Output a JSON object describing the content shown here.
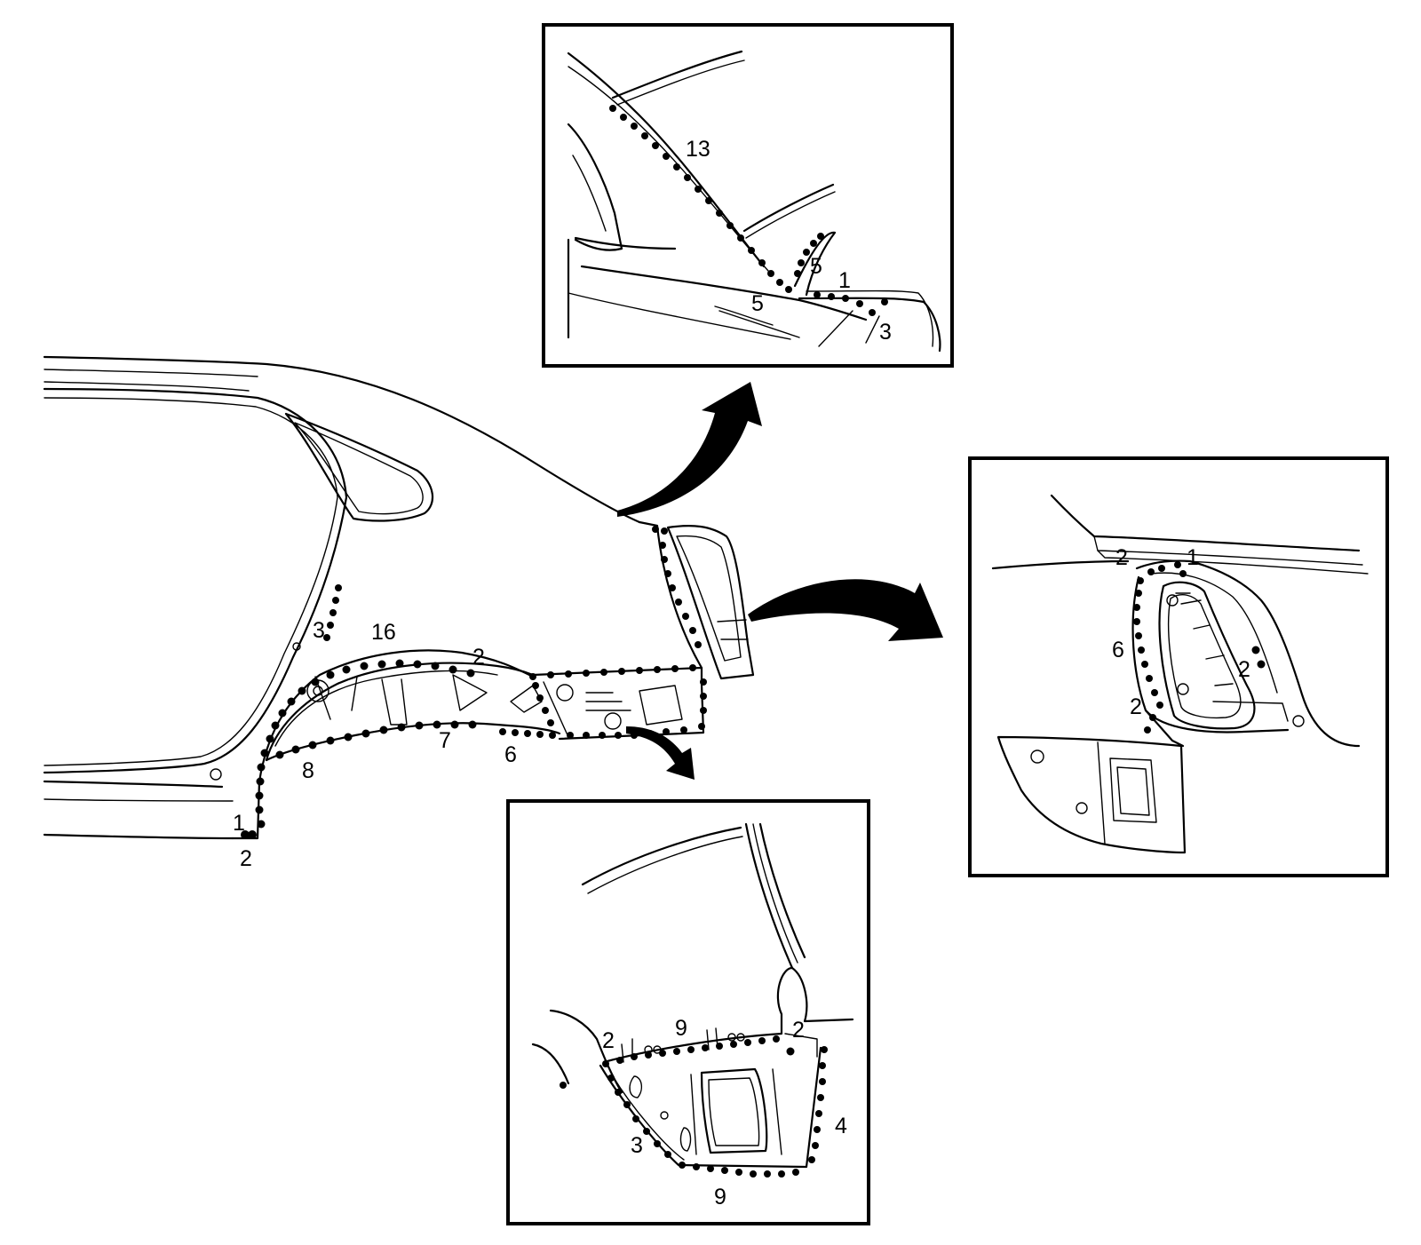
{
  "labels": {
    "main": [
      "1",
      "2",
      "3",
      "16",
      "2",
      "7",
      "6",
      "8"
    ],
    "top": [
      "13",
      "5",
      "1",
      "5",
      "3"
    ],
    "right": [
      "2",
      "1",
      "6",
      "2",
      "2"
    ],
    "bottom": [
      "2",
      "9",
      "2",
      "4",
      "3",
      "9"
    ]
  }
}
